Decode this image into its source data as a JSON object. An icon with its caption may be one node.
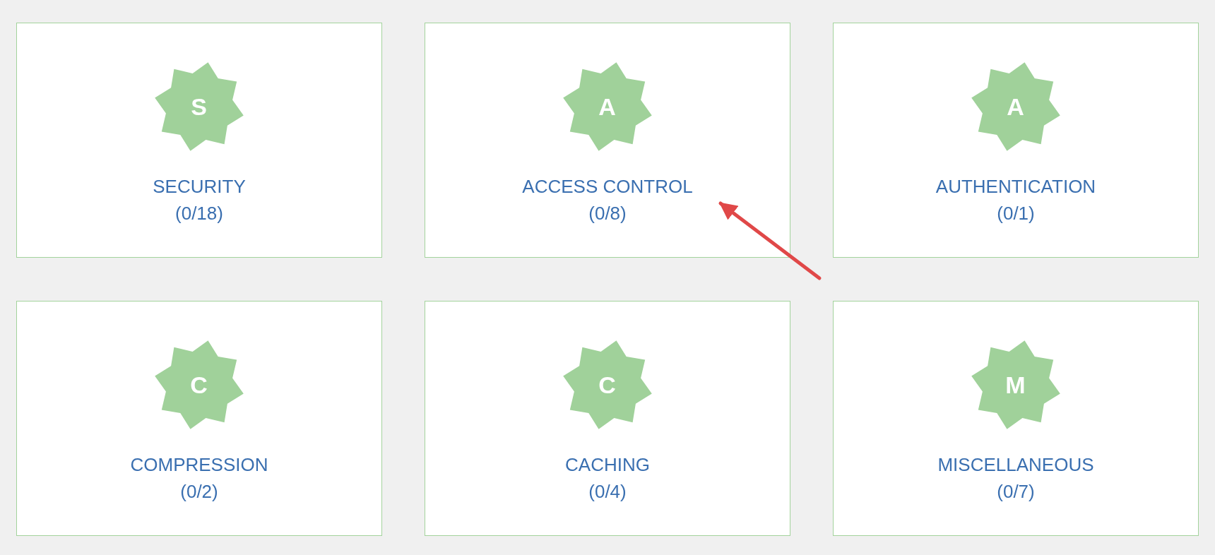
{
  "diagram": {
    "nodes": [
      {
        "text": [
          "SECURITY",
          "(0/18)"
        ]
      },
      {
        "text": [
          "S"
        ],
        "in": 0
      },
      {
        "text": [
          "ACCESS CONTROL",
          "(0/8)"
        ]
      },
      {
        "text": [
          "A"
        ],
        "in": 2
      },
      {
        "text": [
          "AUTHENTICATION",
          "(0/1)"
        ]
      },
      {
        "text": [
          "A"
        ],
        "in": 4
      },
      {
        "text": [
          "COMPRESSION",
          "(0/2)"
        ]
      },
      {
        "text": [
          "C"
        ],
        "in": 6
      },
      {
        "text": [
          "CACHING",
          "(0/4)"
        ]
      },
      {
        "text": [
          "C"
        ],
        "in": 8
      },
      {
        "text": [
          "MISCELLANEOUS",
          "(0/7)"
        ]
      },
      {
        "text": [
          "M"
        ],
        "in": 10
      }
    ],
    "edges": [
      {
        "from": null,
        "to": 2,
        "arrow": "to",
        "color": "#e04848"
      }
    ]
  }
}
